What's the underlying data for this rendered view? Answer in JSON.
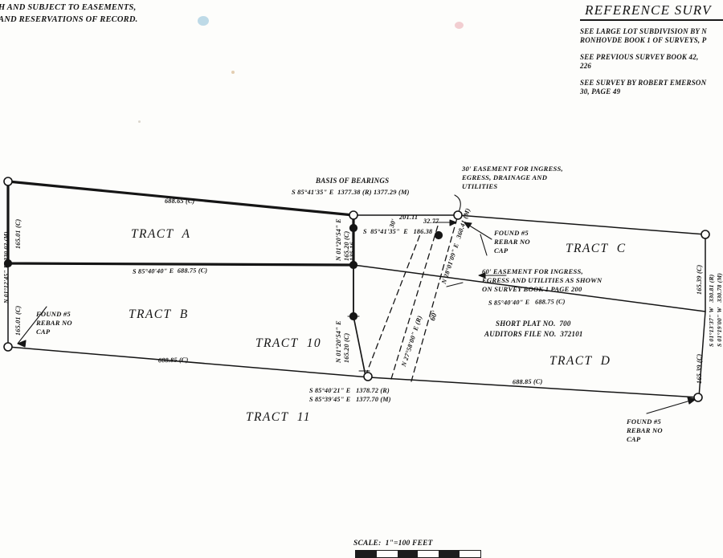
{
  "header": {
    "note_left_line1": "H AND SUBJECT TO EASEMENTS,",
    "note_left_line2": "AND RESERVATIONS OF RECORD.",
    "reference_title": "REFERENCE SURV",
    "reference_items": [
      "SEE LARGE LOT SUBDIVISION BY N",
      "RONHOVDE BOOK 1 OF SURVEYS, P",
      "SEE PREVIOUS SURVEY BOOK 42,",
      "226",
      "SEE SURVEY BY ROBERT EMERSON",
      "30, PAGE 49"
    ]
  },
  "tracts": {
    "a": "TRACT  A",
    "b": "TRACT  B",
    "c": "TRACT  C",
    "d": "TRACT  D",
    "ten": "TRACT  10",
    "eleven": "TRACT  11"
  },
  "annotations": {
    "basis_title": "BASIS OF BEARINGS",
    "basis_bearing": "S 85°41'35\" E  1377.38 (R) 1377.29 (M)",
    "easement_30": "30' EASEMENT FOR INGRESS,\nEGRESS, DRAINAGE AND\nUTILITIES",
    "easement_60": "60' EASEMENT FOR INGRESS,\nEGRESS AND UTILITIES AS SHOWN\nON SURVEY BOOK 1 PAGE 200",
    "short_plat": "SHORT PLAT NO.  700",
    "auditors_file": "AUDITORS FILE NO.  372101",
    "found_rebar": "FOUND #5\nREBAR NO\nCAP",
    "found_rebar_left": "FOUND #5\nREBAR NO\nCAP",
    "found_rebar_right": "FOUND #5\nREBAR NO\nCAP"
  },
  "dimensions": {
    "top_a": "688.65 (C)",
    "mid_b": "S 85°40'40\" E  688.75 (C)",
    "bottom_left": "688.85 (C)",
    "bottom_right": "688.85 (C)",
    "mid_c": "S 85°40'40\" E   688.75 (C)",
    "seg_201": "201.11",
    "seg_3277": "32.77",
    "seg_18638": "S  85°41'35\"  E   186.38",
    "seg_13516": "135.16",
    "width_30": "30'",
    "width_60": "60'",
    "left_upper": "165.01 (C)",
    "left_lower": "165.01 (C)",
    "left_total": "N 01°12'45\" E  330.02 (M)",
    "center_upper": "N 01°20'54\" E\n165.20 (C)",
    "center_lower": "N 01°20'54\" E\n165.20 (C)",
    "right_upper": "165.39 (C)",
    "right_lower": "165.39 (C)",
    "right_total_r": "S 01°13'37\" W   330.81 (R)",
    "right_total_m": "S 01°19'00\" W   330.78 (M)",
    "diag_m": "N 28°01'09\" E   360.41 (M)",
    "diag_r": "N 27°58'00\" E (R)",
    "bottom_bearing_r": "S 85°40'21\" E   1378.72 (R)",
    "bottom_bearing_m": "S 85°39'45\" E   1377.70 (M)"
  },
  "scale": {
    "label": "SCALE:  1\"=100 FEET",
    "segments": [
      "on",
      "off",
      "on",
      "off",
      "on",
      "off"
    ]
  },
  "colors": {
    "ink": "#151515",
    "paper": "#fdfdfb",
    "speck_blue": "#7fb8d4",
    "speck_pink": "#e8a0a8"
  }
}
